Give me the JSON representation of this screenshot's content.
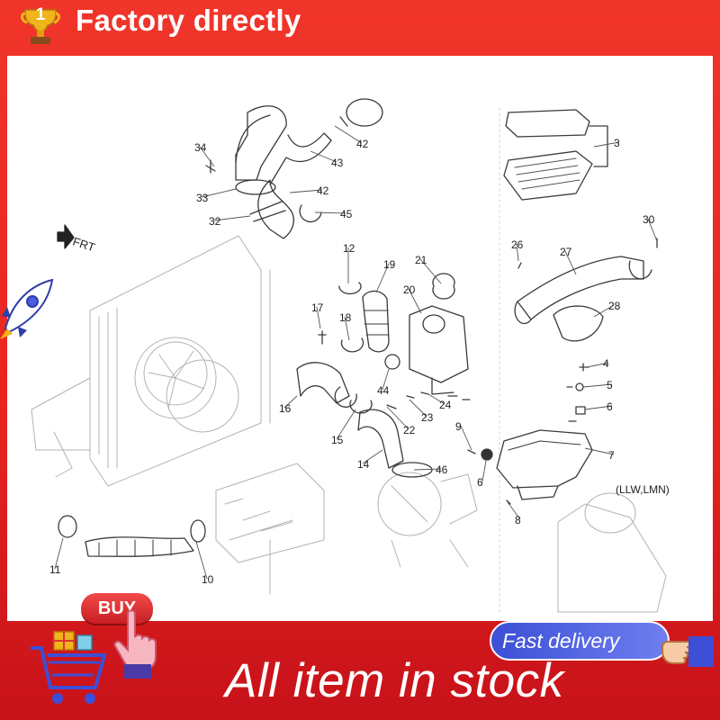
{
  "banner": {
    "top_text": "Factory directly",
    "bottom_text": "All item in stock"
  },
  "badge": {
    "rank": "1",
    "icon": "trophy-icon"
  },
  "buy_button": {
    "label": "BUY"
  },
  "delivery": {
    "label": "Fast delivery"
  },
  "colors": {
    "background_red": "#e8261f",
    "panel": "#ffffff",
    "trophy_gold": "#f2b41c",
    "delivery_blue": "#4a5ce0",
    "line_art": "#333333"
  },
  "diagram": {
    "direction_label": "FRT",
    "engine_label": "(LLW,LMN)",
    "callouts": [
      "34",
      "33",
      "32",
      "42",
      "43",
      "42",
      "45",
      "3",
      "30",
      "26",
      "27",
      "28",
      "12",
      "19",
      "21",
      "20",
      "17",
      "18",
      "44",
      "16",
      "15",
      "22",
      "23",
      "24",
      "14",
      "46",
      "9",
      "6",
      "8",
      "7",
      "4",
      "5",
      "6",
      "11",
      "10"
    ]
  }
}
